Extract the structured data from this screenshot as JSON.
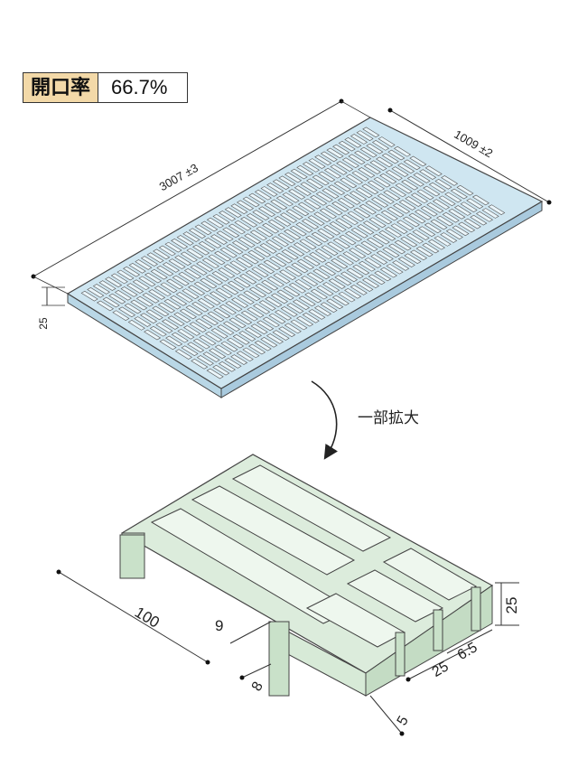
{
  "open_ratio": {
    "label": "開口率",
    "value": "66.7%"
  },
  "grating_dimensions": {
    "length": "3007 ±3",
    "width": "1009 ±2",
    "height": "25"
  },
  "zoom_label": "一部拡大",
  "detail_dimensions": {
    "bar_pitch": "100",
    "bar_thickness": "9",
    "end_plate": "8",
    "height": "25",
    "cross_bar": "6.5",
    "cross_spacing": "25",
    "slot": "5"
  },
  "colors": {
    "grating_fill": "#cfe6f1",
    "grating_stroke": "#444444",
    "detail_fill": "#e4f1e4",
    "label_bg": "#f3d9a8"
  }
}
